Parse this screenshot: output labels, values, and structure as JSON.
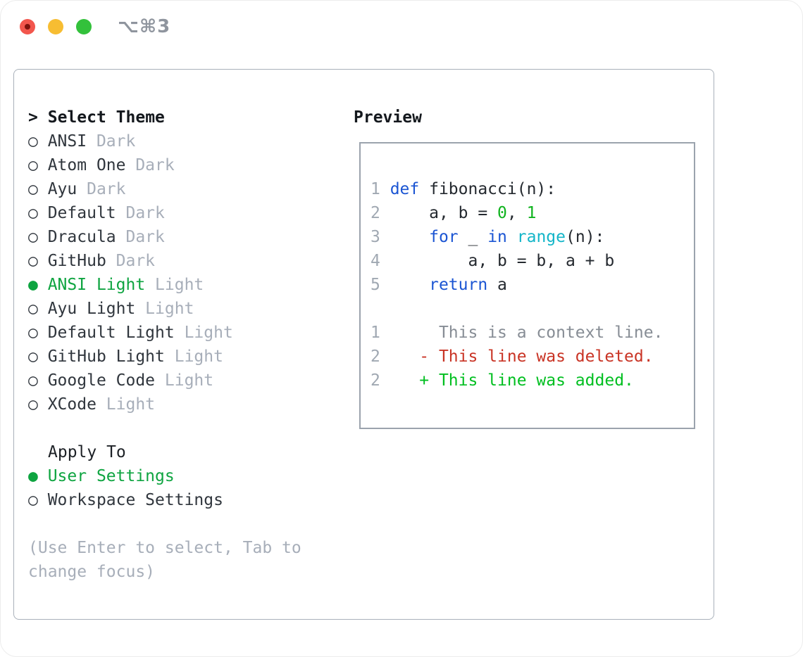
{
  "titlebar": {
    "shortcut": "⌥⌘3",
    "traffic_lights": [
      "close",
      "minimize",
      "zoom"
    ]
  },
  "select_theme": {
    "header_prefix": ">",
    "header": "Select Theme",
    "items": [
      {
        "prefix": "○",
        "name": "ANSI",
        "variant": "Dark",
        "selected": false
      },
      {
        "prefix": "○",
        "name": "Atom One",
        "variant": "Dark",
        "selected": false
      },
      {
        "prefix": "○",
        "name": "Ayu",
        "variant": "Dark",
        "selected": false
      },
      {
        "prefix": "○",
        "name": "Default",
        "variant": "Dark",
        "selected": false
      },
      {
        "prefix": "○",
        "name": "Dracula",
        "variant": "Dark",
        "selected": false
      },
      {
        "prefix": "○",
        "name": "GitHub",
        "variant": "Dark",
        "selected": false
      },
      {
        "prefix": "●",
        "name": "ANSI Light",
        "variant": "Light",
        "selected": true
      },
      {
        "prefix": "○",
        "name": "Ayu Light",
        "variant": "Light",
        "selected": false
      },
      {
        "prefix": "○",
        "name": "Default Light",
        "variant": "Light",
        "selected": false
      },
      {
        "prefix": "○",
        "name": "GitHub Light",
        "variant": "Light",
        "selected": false
      },
      {
        "prefix": "○",
        "name": "Google Code",
        "variant": "Light",
        "selected": false
      },
      {
        "prefix": "○",
        "name": "XCode",
        "variant": "Light",
        "selected": false
      }
    ]
  },
  "apply_to": {
    "header": "Apply To",
    "options": [
      {
        "prefix": "●",
        "label": "User Settings",
        "selected": true
      },
      {
        "prefix": "○",
        "label": "Workspace Settings",
        "selected": false
      }
    ]
  },
  "help": {
    "line1": "(Use Enter to select, Tab to",
    "line2": "change focus)"
  },
  "preview": {
    "header": "Preview",
    "code_lines": [
      {
        "num": "1",
        "tokens": [
          {
            "t": "def",
            "c": "kw"
          },
          {
            "t": " fibonacci(n):",
            "c": "fg"
          }
        ]
      },
      {
        "num": "2",
        "tokens": [
          {
            "t": "    a, b = ",
            "c": "fg"
          },
          {
            "t": "0",
            "c": "num"
          },
          {
            "t": ", ",
            "c": "fg"
          },
          {
            "t": "1",
            "c": "num"
          }
        ]
      },
      {
        "num": "3",
        "tokens": [
          {
            "t": "    ",
            "c": "fg"
          },
          {
            "t": "for",
            "c": "kw"
          },
          {
            "t": " _ ",
            "c": "fg"
          },
          {
            "t": "in",
            "c": "kw"
          },
          {
            "t": " ",
            "c": "fg"
          },
          {
            "t": "range",
            "c": "bi"
          },
          {
            "t": "(n):",
            "c": "fg"
          }
        ]
      },
      {
        "num": "4",
        "tokens": [
          {
            "t": "        a, b = b, a + b",
            "c": "fg"
          }
        ]
      },
      {
        "num": "5",
        "tokens": [
          {
            "t": "    ",
            "c": "fg"
          },
          {
            "t": "return",
            "c": "kw"
          },
          {
            "t": " a",
            "c": "fg"
          }
        ]
      },
      {
        "num": "",
        "tokens": []
      },
      {
        "num": "1",
        "tokens": [
          {
            "t": "     This is a context line.",
            "c": "ctx"
          }
        ]
      },
      {
        "num": "2",
        "tokens": [
          {
            "t": "   - This line was deleted.",
            "c": "del"
          }
        ]
      },
      {
        "num": "2",
        "tokens": [
          {
            "t": "   + This line was added.",
            "c": "add"
          }
        ]
      }
    ]
  },
  "palette": {
    "accent_green": "#0ea440",
    "keyword_blue": "#1b55d3",
    "builtin_cyan": "#13b5c8",
    "number_green": "#10b31f",
    "diff_deleted_red": "#c93425",
    "diff_added_green": "#00bf20",
    "muted_gray": "#a7aeb9",
    "line_number_gray": "#a0a8b2",
    "panel_border_gray": "#a9b1ba",
    "traffic_red": "#f2564d",
    "traffic_yellow": "#f7bd32",
    "traffic_green": "#33c13b"
  }
}
